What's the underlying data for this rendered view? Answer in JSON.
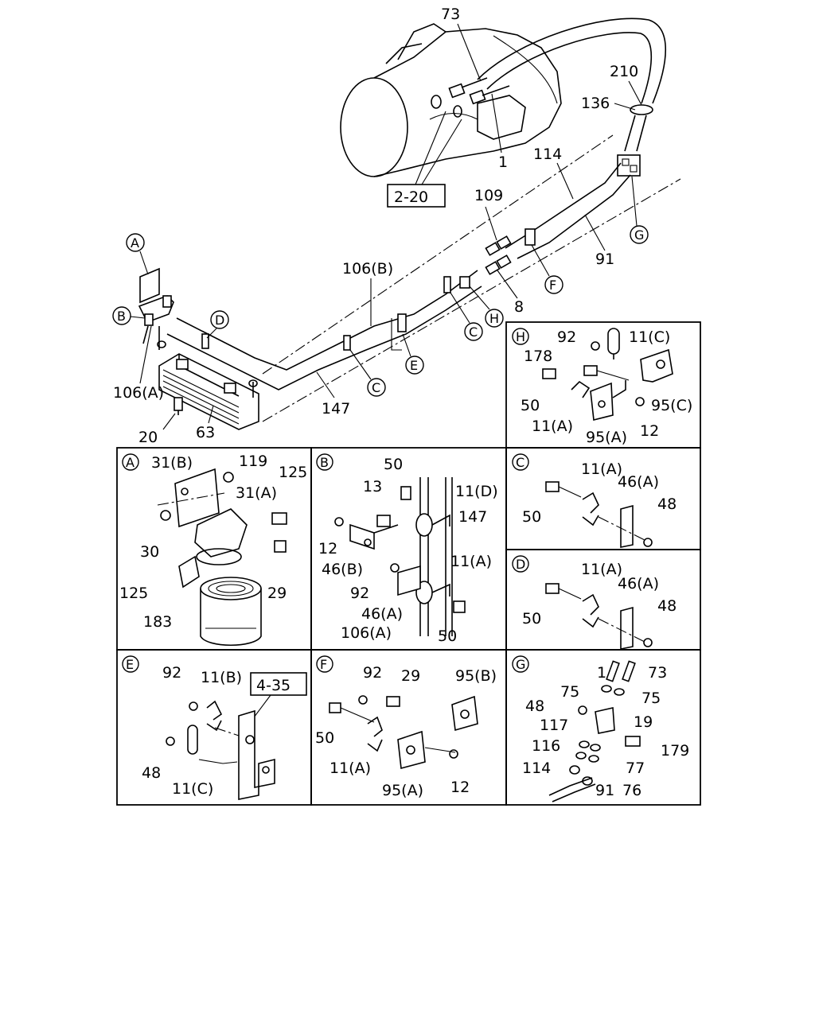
{
  "references": [
    "2-20",
    "4-35"
  ],
  "main_view": {
    "callouts": [
      "73",
      "1",
      "210",
      "136",
      "114",
      "109",
      "91",
      "8",
      "106(B)",
      "147",
      "106(A)",
      "20",
      "63"
    ],
    "markers": [
      "A",
      "B",
      "C",
      "D",
      "E",
      "F",
      "G",
      "H",
      "C"
    ]
  },
  "details": {
    "H": {
      "letter": "H",
      "labels": [
        "92",
        "11(C)",
        "178",
        "50",
        "95(C)",
        "11(A)",
        "95(A)",
        "12"
      ]
    },
    "A": {
      "letter": "A",
      "labels": [
        "31(B)",
        "119",
        "125",
        "31(A)",
        "30",
        "29",
        "125",
        "183"
      ]
    },
    "B": {
      "letter": "B",
      "labels": [
        "50",
        "13",
        "11(D)",
        "147",
        "12",
        "46(B)",
        "11(A)",
        "92",
        "46(A)",
        "106(A)",
        "50"
      ]
    },
    "C": {
      "letter": "C",
      "labels": [
        "11(A)",
        "46(A)",
        "50",
        "48"
      ]
    },
    "D": {
      "letter": "D",
      "labels": [
        "11(A)",
        "46(A)",
        "50",
        "48"
      ]
    },
    "E": {
      "letter": "E",
      "labels": [
        "92",
        "11(B)",
        "48",
        "11(C)"
      ]
    },
    "F": {
      "letter": "F",
      "labels": [
        "92",
        "29",
        "95(B)",
        "50",
        "11(A)",
        "95(A)",
        "12"
      ]
    },
    "G": {
      "letter": "G",
      "labels": [
        "1",
        "73",
        "75",
        "75",
        "48",
        "19",
        "117",
        "116",
        "179",
        "77",
        "114",
        "91",
        "76"
      ]
    }
  }
}
